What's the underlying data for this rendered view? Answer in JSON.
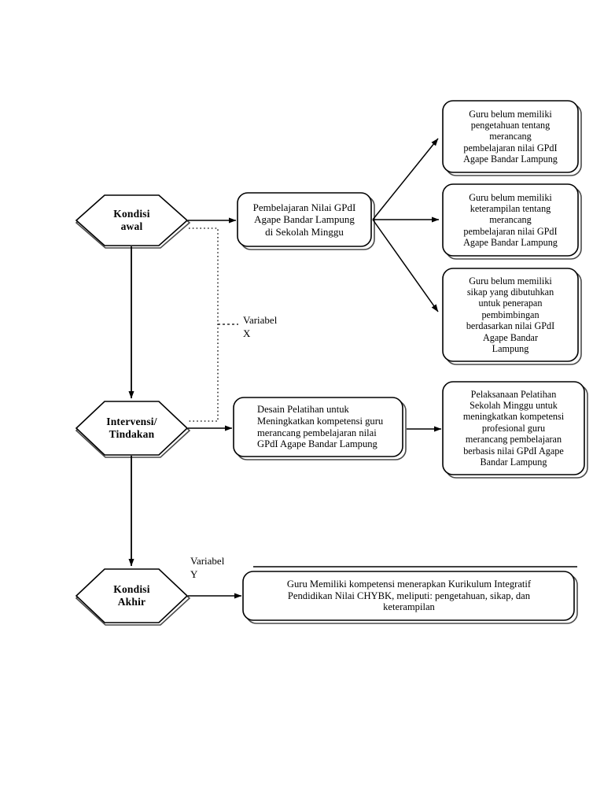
{
  "document": {
    "type": "flowchart-diagram",
    "language": "id",
    "background_color": "#ffffff",
    "stroke_color": "#000000"
  },
  "nodes": {
    "kondisi_awal": {
      "label": "Kondisi\nawal",
      "shape": "hexagon"
    },
    "intervensi": {
      "label": "Intervensi/\nTindakan",
      "shape": "hexagon"
    },
    "kondisi_akhir": {
      "label": "Kondisi\nAkhir",
      "shape": "hexagon"
    },
    "pembelajaran": {
      "label": "Pembelajaran Nilai GPdI\nAgape Bandar Lampung\ndi Sekolah Minggu",
      "shape": "rounded-rect"
    },
    "desain_pelatihan": {
      "label": "Desain Pelatihan untuk\nMeningkatkan kompetensi guru\nmerancang pembelajaran nilai\nGPdI Agape Bandar Lampung",
      "shape": "rounded-rect"
    },
    "pelaksanaan_pelatihan": {
      "label": "Pelaksanaan Pelatihan\nSekolah Minggu untuk\nmeningkatkan kompetensi\nprofesional guru\nmerancang pembelajaran\nberbasis nilai GPdI Agape\nBandar Lampung",
      "shape": "rounded-rect"
    },
    "hasil_akhir": {
      "label": "Guru Memiliki kompetensi menerapkan Kurikulum Integratif\nPendidikan Nilai CHYBK, meliputi: pengetahuan, sikap, dan\nketerampilan",
      "shape": "rounded-rect"
    },
    "masalah_pengetahuan": {
      "label": "Guru belum memiliki\npengetahuan tentang\nmerancang\npembelajaran nilai GPdI\nAgape Bandar Lampung",
      "shape": "rounded-rect"
    },
    "masalah_keterampilan": {
      "label": "Guru belum memiliki\nketerampilan tentang\nmerancang\npembelajaran nilai GPdI\nAgape Bandar Lampung",
      "shape": "rounded-rect"
    },
    "masalah_sikap": {
      "label": "Guru belum memiliki\nsikap yang dibutuhkan\nuntuk penerapan\npembimbingan\nberdasarkan nilai GPdI\nAgape Bandar\nLampung",
      "shape": "rounded-rect"
    }
  },
  "annotations": {
    "variabel_x": "Variabel\nX",
    "variabel_y": "Variabel\nY"
  },
  "connectors": [
    {
      "name": "kondisi-awal-to-pembelajaran",
      "style": "solid-arrow"
    },
    {
      "name": "pembelajaran-to-masalah-pengetahuan",
      "style": "solid-arrow"
    },
    {
      "name": "pembelajaran-to-masalah-keterampilan",
      "style": "solid-arrow"
    },
    {
      "name": "pembelajaran-to-masalah-sikap",
      "style": "solid-arrow"
    },
    {
      "name": "kondisi-awal-to-intervensi",
      "style": "solid-arrow"
    },
    {
      "name": "variabel-x-bracket",
      "style": "dotted-bracket"
    },
    {
      "name": "intervensi-to-desain",
      "style": "solid-arrow"
    },
    {
      "name": "desain-to-pelaksanaan",
      "style": "solid-arrow"
    },
    {
      "name": "intervensi-to-kondisi-akhir",
      "style": "solid-arrow"
    },
    {
      "name": "kondisi-akhir-to-hasil",
      "style": "solid-arrow"
    }
  ]
}
